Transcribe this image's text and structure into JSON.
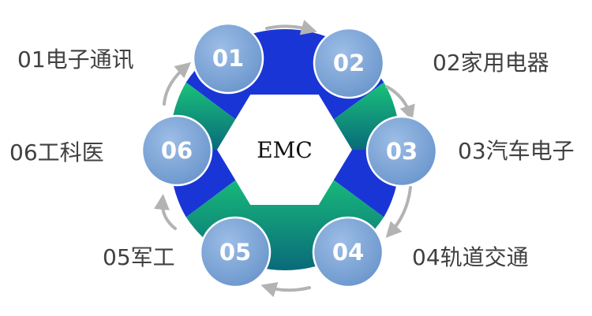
{
  "center": {
    "label": "EMC"
  },
  "nodes": [
    {
      "id": "01",
      "label": "01电子通讯"
    },
    {
      "id": "02",
      "label": "02家用电器"
    },
    {
      "id": "03",
      "label": "03汽车电子"
    },
    {
      "id": "04",
      "label": "04轨道交通"
    },
    {
      "id": "05",
      "label": "05军工"
    },
    {
      "id": "06",
      "label": "06工科医"
    }
  ],
  "colors": {
    "blue_segment": "#1a35d6",
    "green_top": "#19c27a",
    "green_bottom": "#0a6a7a",
    "node_fill": "#7ea6d6",
    "node_stroke": "#ffffff",
    "arrow": "#b3b3b3",
    "text": "#404040"
  }
}
